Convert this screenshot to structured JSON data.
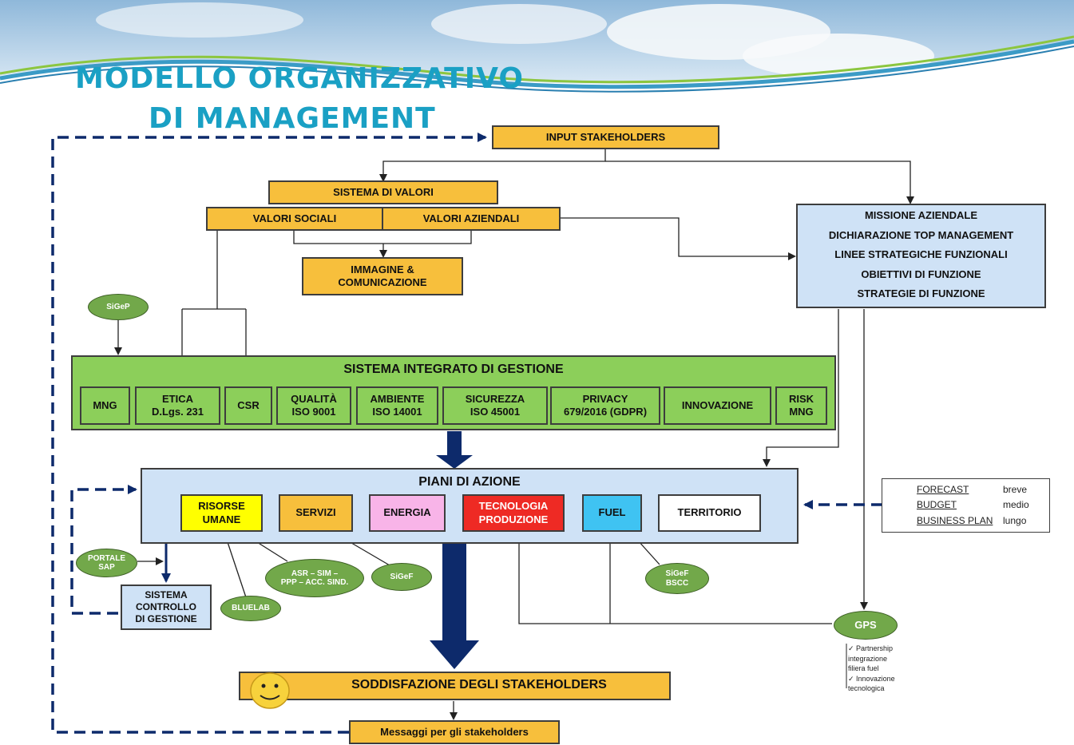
{
  "title": {
    "line1": "MODELLO ORGANIZZATIVO",
    "line2": "DI MANAGEMENT"
  },
  "input_stakeholders": "INPUT STAKEHOLDERS",
  "sistema_valori": "SISTEMA DI VALORI",
  "valori_sociali": "VALORI SOCIALI",
  "valori_aziendali": "VALORI AZIENDALI",
  "immagine": "IMMAGINE  &\nCOMUNICAZIONE",
  "missione": {
    "items": [
      "MISSIONE AZIENDALE",
      "DICHIARAZIONE TOP MANAGEMENT",
      "LINEE STRATEGICHE FUNZIONALI",
      "OBIETTIVI DI FUNZIONE",
      "STRATEGIE DI FUNZIONE"
    ]
  },
  "sistema_integrato": {
    "title": "SISTEMA INTEGRATO DI GESTIONE",
    "items": [
      "MNG",
      "ETICA\nD.Lgs. 231",
      "CSR",
      "QUALITÀ\nISO 9001",
      "AMBIENTE\nISO 14001",
      "SICUREZZA\nISO 45001",
      "PRIVACY\n679/2016 (GDPR)",
      "INNOVAZIONE",
      "RISK\nMNG"
    ]
  },
  "piani": {
    "title": "PIANI DI AZIONE",
    "items": [
      {
        "label": "RISORSE\nUMANE",
        "color": "#ffff00",
        "text": "#111111"
      },
      {
        "label": "SERVIZI",
        "color": "#f7bf3c",
        "text": "#111111"
      },
      {
        "label": "ENERGIA",
        "color": "#f8b4e8",
        "text": "#111111"
      },
      {
        "label": "TECNOLOGIA\nPRODUZIONE",
        "color": "#ee2a24",
        "text": "#ffffff"
      },
      {
        "label": "FUEL",
        "color": "#3fc3f2",
        "text": "#111111"
      },
      {
        "label": "TERRITORIO",
        "color": "#ffffff",
        "text": "#111111"
      }
    ]
  },
  "ovals": {
    "sigep": "SiGeP",
    "portale": "PORTALE\nSAP",
    "asr": "ASR – SIM –\nPPP – ACC. SIND.",
    "sigef": "SiGeF",
    "sigef_bscc": "SiGeF\nBSCC",
    "bluelab": "BLUELAB",
    "gps": "GPS"
  },
  "controllo": "SISTEMA\nCONTROLLO\nDI GESTIONE",
  "forecast": {
    "rows": [
      {
        "label": "FORECAST",
        "term": "breve"
      },
      {
        "label": "BUDGET",
        "term": "medio"
      },
      {
        "label": "BUSINESS PLAN",
        "term": "lungo"
      }
    ]
  },
  "gps_notes": "✓ Partnership\n   integrazione\n   filiera fuel\n✓ Innovazione\n   tecnologica",
  "soddisfazione": "SODDISFAZIONE DEGLI STAKEHOLDERS",
  "messaggi": "Messaggi per gli stakeholders",
  "colors": {
    "title": "#1aa0c4",
    "orange": "#f7bf3c",
    "light_blue": "#cfe2f6",
    "green": "#8ccf5a",
    "oval_green": "#72a84a",
    "navy": "#0d2a6b"
  }
}
